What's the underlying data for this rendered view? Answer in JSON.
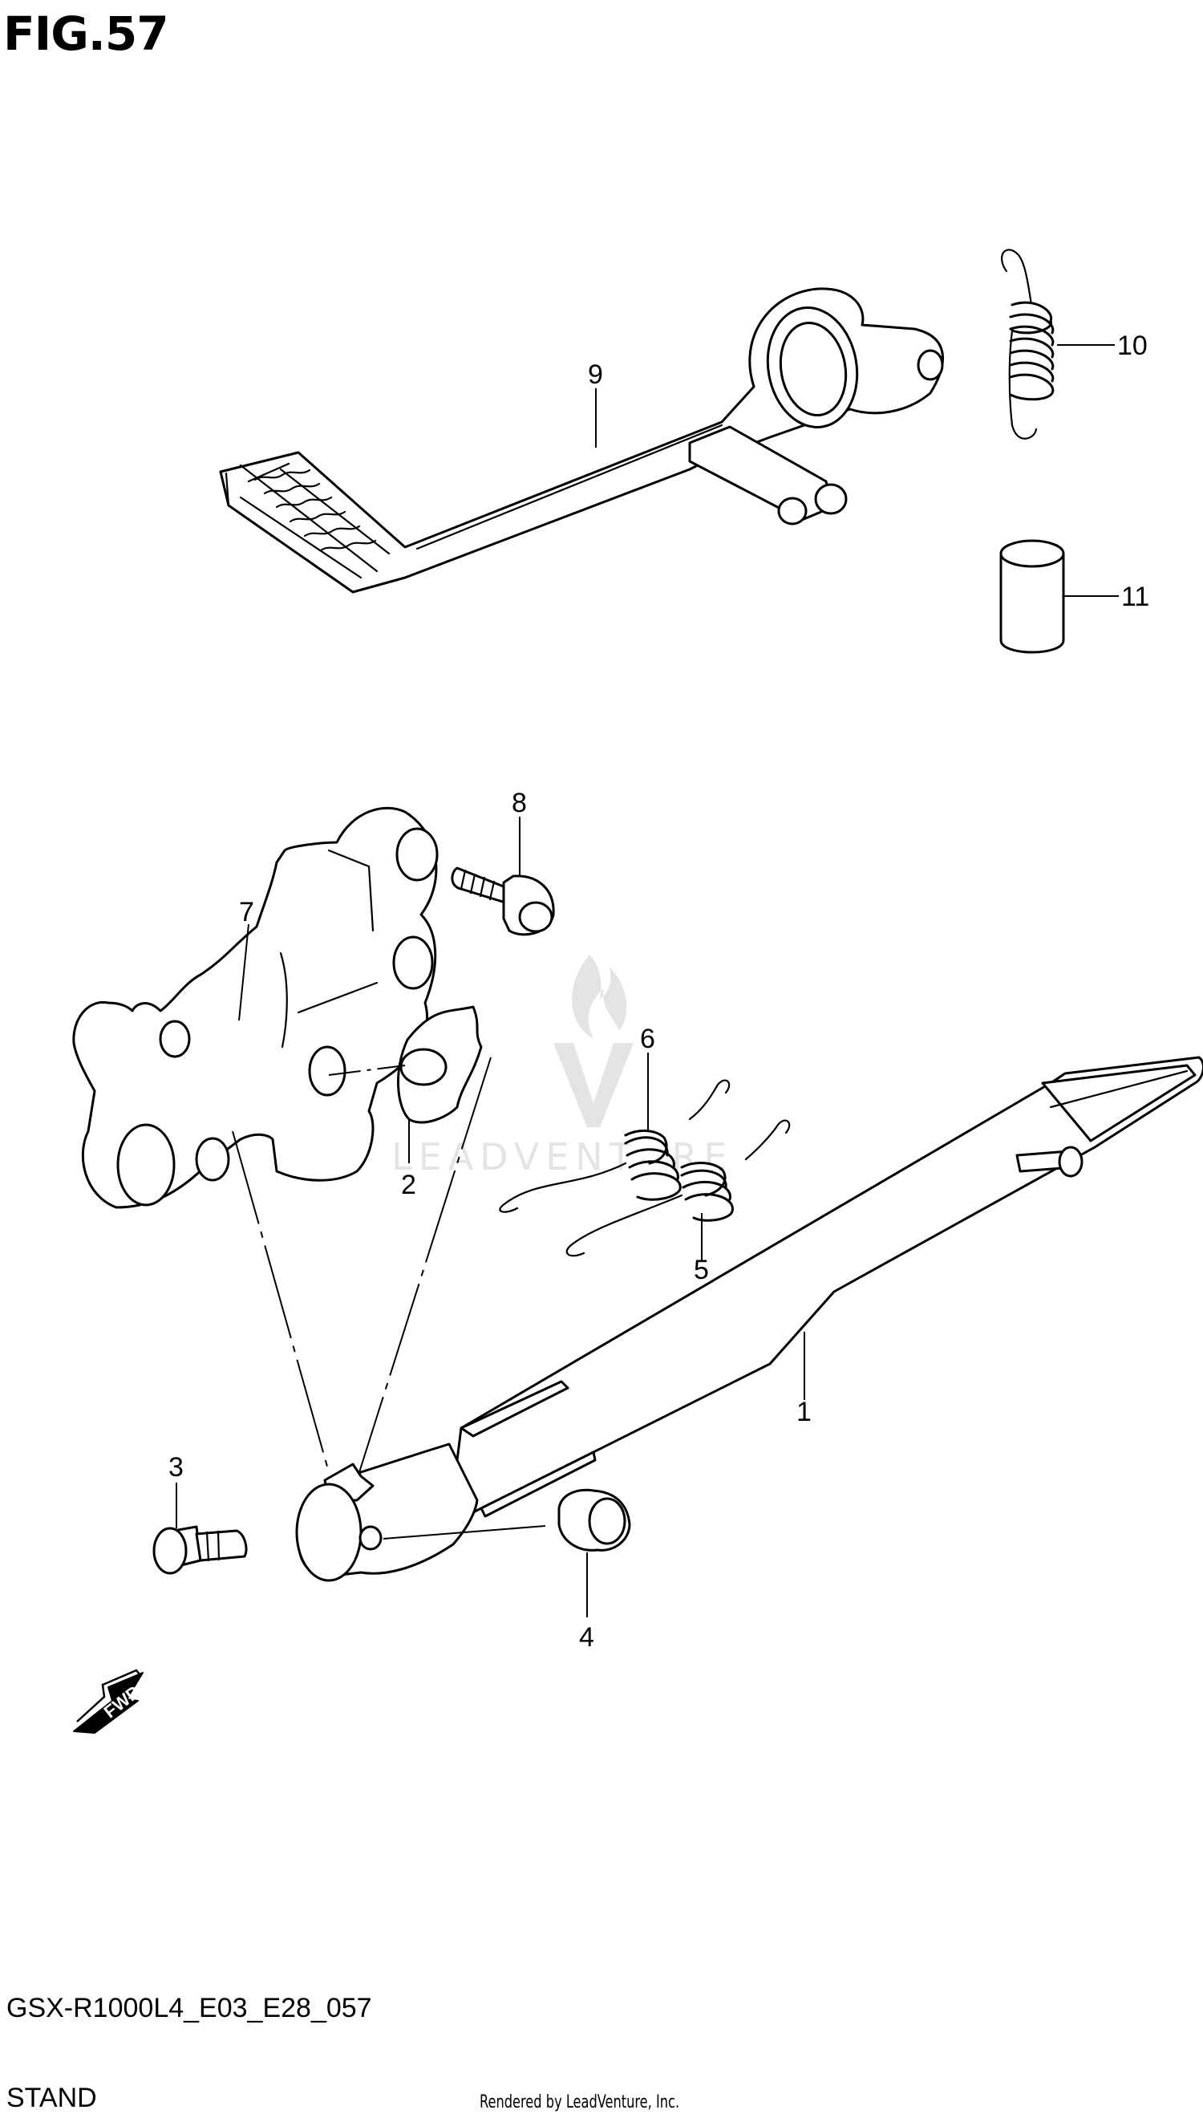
{
  "figure": {
    "title": "FIG.57",
    "model_code": "GSX-R1000L4_E03_E28_057",
    "section_name": "STAND",
    "credit": "Rendered by LeadVenture, Inc.",
    "watermark_text": "LEADVENTURE"
  },
  "callouts": [
    {
      "id": "1",
      "part": "side-stand"
    },
    {
      "id": "2",
      "part": "washer"
    },
    {
      "id": "3",
      "part": "stand-bolt"
    },
    {
      "id": "4",
      "part": "nut"
    },
    {
      "id": "5",
      "part": "spring-inner"
    },
    {
      "id": "6",
      "part": "spring-outer"
    },
    {
      "id": "7",
      "part": "stand-bracket"
    },
    {
      "id": "8",
      "part": "bracket-bolt"
    },
    {
      "id": "9",
      "part": "brake-pedal"
    },
    {
      "id": "10",
      "part": "return-spring"
    },
    {
      "id": "11",
      "part": "spacer"
    }
  ],
  "fwd_arrow_label": "FWD",
  "colors": {
    "line": "#000000",
    "background": "#ffffff",
    "watermark": "#e4e4e4"
  }
}
